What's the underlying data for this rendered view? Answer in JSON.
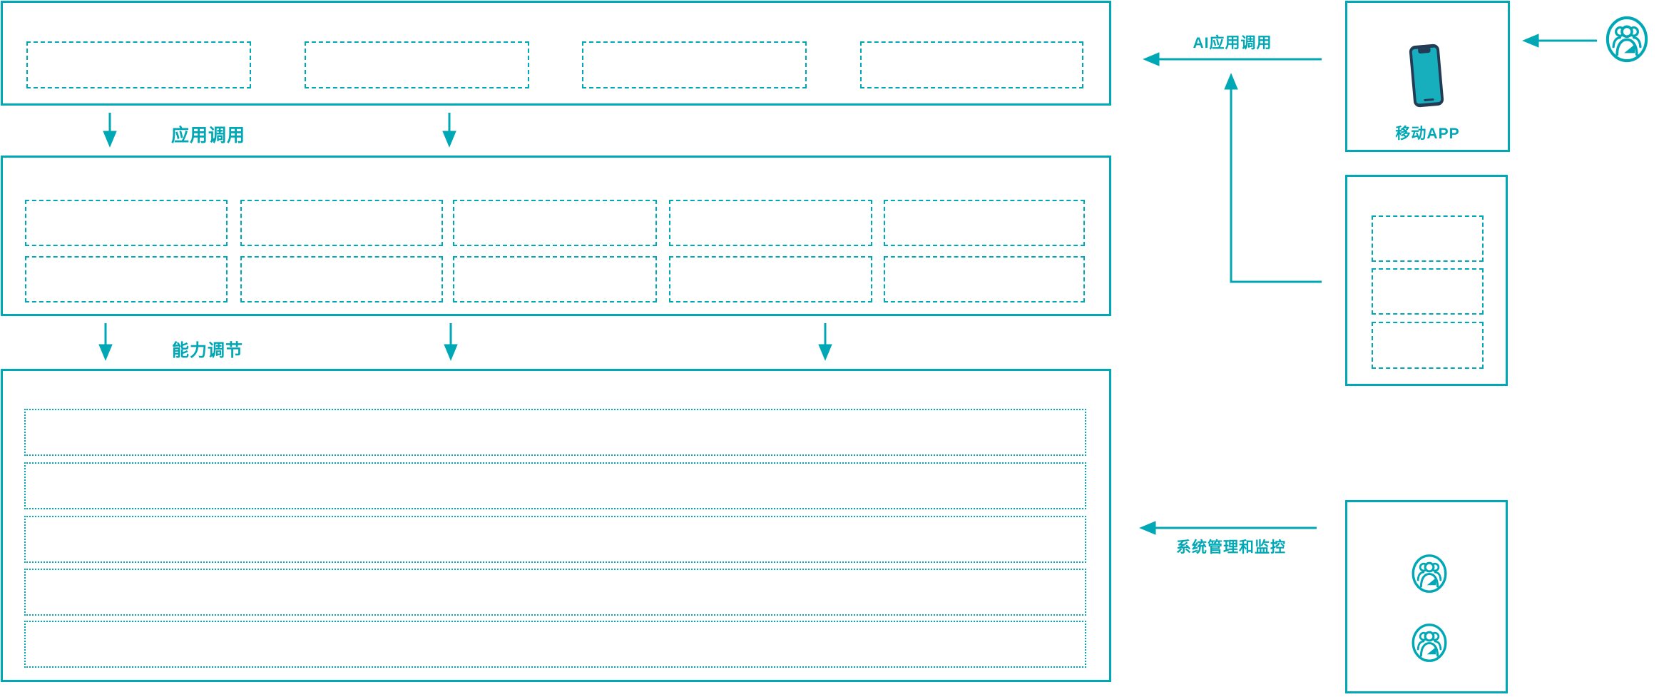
{
  "diagram": {
    "type": "architecture",
    "accent_color": "#00a8b6",
    "background": "#ffffff",
    "edge_labels": {
      "app_call": "应用调用",
      "capability_adjust": "能力调节",
      "ai_app_call": "AI应用调用",
      "sys_monitor": "系统管理和监控"
    },
    "left_column": {
      "top_panel": {
        "placeholder_count": 4
      },
      "middle_panel": {
        "placeholder_rows": 2,
        "placeholder_columns": 5
      },
      "bottom_panel": {
        "row_count": 5
      }
    },
    "right_column": {
      "mobile_app": {
        "label": "移动APP",
        "icon": "smartphone-icon",
        "icon_colors": {
          "frame": "#233b54",
          "screen": "#17aebe"
        }
      },
      "gateway_panel": {
        "placeholder_count": 3
      },
      "admin_panel": {
        "icon": "user-group-icon",
        "icon_count": 2
      },
      "external_user": {
        "icon": "user-group-icon"
      }
    }
  }
}
